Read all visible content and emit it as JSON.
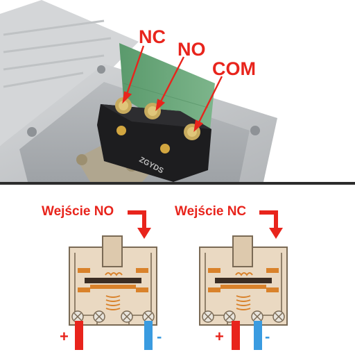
{
  "photo": {
    "labels": {
      "nc": "NC",
      "no": "NO",
      "com": "COM"
    },
    "switch_marking": "ZGYDS",
    "label_color": "#e8241c"
  },
  "diagrams": [
    {
      "title": "Wejście NO",
      "plus": "+",
      "minus": "-"
    },
    {
      "title": "Wejście NC",
      "plus": "+",
      "minus": "-"
    }
  ],
  "colors": {
    "accent_red": "#e8241c",
    "wire_blue": "#3a9be0",
    "switch_body": "#ead9c2",
    "spring_orange": "#d9822b",
    "housing_gray": "#c7c9cb"
  }
}
